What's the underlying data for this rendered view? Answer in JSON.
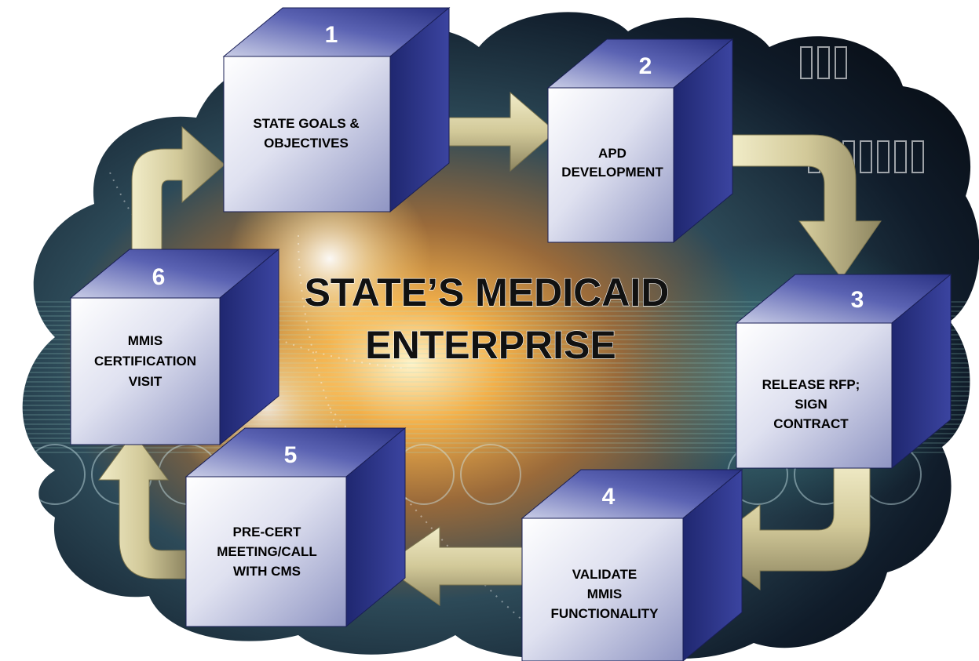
{
  "diagram": {
    "center_title_line1": "STATE’S MEDICAID",
    "center_title_line2": "ENTERPRISE",
    "steps": [
      {
        "number": "1",
        "lines": [
          "STATE GOALS &",
          "OBJECTIVES"
        ]
      },
      {
        "number": "2",
        "lines": [
          "APD",
          "DEVELOPMENT"
        ]
      },
      {
        "number": "3",
        "lines": [
          "RELEASE RFP;",
          "SIGN",
          "CONTRACT"
        ]
      },
      {
        "number": "4",
        "lines": [
          "VALIDATE",
          "MMIS",
          "FUNCTIONALITY"
        ]
      },
      {
        "number": "5",
        "lines": [
          "PRE-CERT",
          "MEETING/CALL",
          "WITH CMS"
        ]
      },
      {
        "number": "6",
        "lines": [
          "MMIS",
          "CERTIFICATION",
          "VISIT"
        ]
      }
    ],
    "colors": {
      "box_front_light": "#f4f4fb",
      "box_front_dark": "#9ea3c9",
      "box_side": "#2c3387",
      "box_top": "#5d65b4",
      "arrow": "#cfc79a",
      "background_dark": "#0c1420",
      "glow": "#f0a020"
    }
  }
}
